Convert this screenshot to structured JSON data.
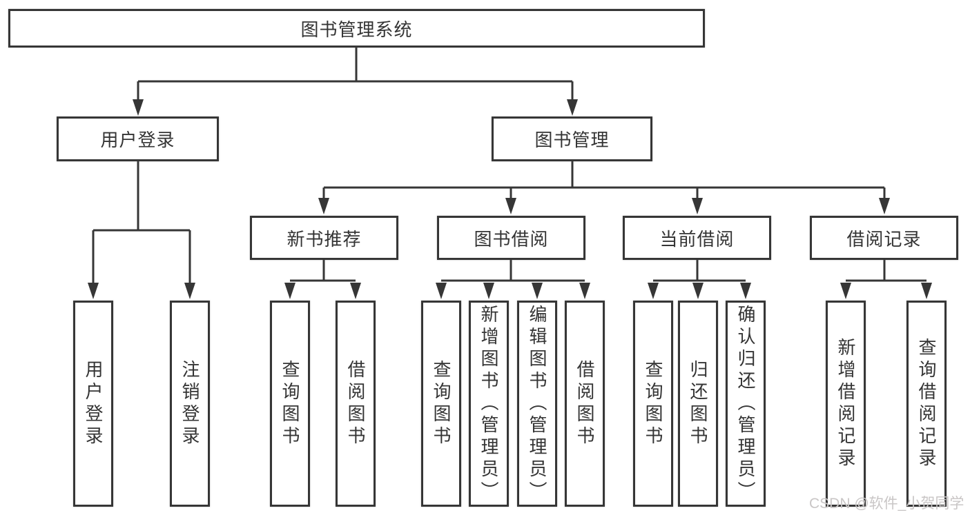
{
  "tree": {
    "label": "图书管理系统",
    "children": [
      {
        "label": "用户登录",
        "children": [
          {
            "label": "用户登录"
          },
          {
            "label": "注销登录"
          }
        ]
      },
      {
        "label": "图书管理",
        "children": [
          {
            "label": "新书推荐",
            "children": [
              {
                "label": "查询图书"
              },
              {
                "label": "借阅图书"
              }
            ]
          },
          {
            "label": "图书借阅",
            "children": [
              {
                "label": "查询图书"
              },
              {
                "label": "新增图书（管理员）"
              },
              {
                "label": "编辑图书（管理员）"
              },
              {
                "label": "借阅图书"
              }
            ]
          },
          {
            "label": "当前借阅",
            "children": [
              {
                "label": "查询图书"
              },
              {
                "label": "归还图书"
              },
              {
                "label": "确认归还（管理员）"
              }
            ]
          },
          {
            "label": "借阅记录",
            "children": [
              {
                "label": "新增借阅记录"
              },
              {
                "label": "查询借阅记录"
              }
            ]
          }
        ]
      }
    ]
  },
  "watermark": "CSDN @软件_小贺同学",
  "colors": {
    "line": "#363636",
    "text": "#343434",
    "watermark": "#c9c6c6",
    "background": "#ffffff"
  }
}
